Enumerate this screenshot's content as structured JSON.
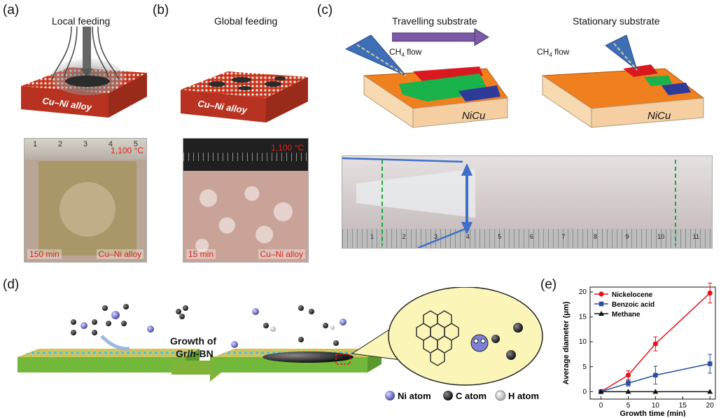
{
  "panels": {
    "a": {
      "label": "(a)",
      "title": "Local feeding",
      "slab_label": "Cu–Ni alloy",
      "photo_temp": "1,100 °C",
      "photo_time": "150 min",
      "photo_material": "Cu–Ni alloy",
      "ruler_numbers": [
        "1",
        "2",
        "3",
        "4",
        "5"
      ]
    },
    "b": {
      "label": "(b)",
      "title": "Global feeding",
      "slab_label": "Cu–Ni alloy",
      "photo_temp": "1,100 °C",
      "photo_time": "15 min",
      "photo_material": "Cu–Ni alloy"
    },
    "c": {
      "label": "(c)",
      "left_title": "Travelling substrate",
      "right_title": "Stationary substrate",
      "flow_left": "CH",
      "flow_sub": "4",
      "flow_suffix": " flow",
      "substrate_left": "NiCu",
      "substrate_right": "NiCu",
      "ruler_numbers": [
        "1",
        "2",
        "3",
        "4",
        "5",
        "6",
        "7",
        "8",
        "9",
        "10",
        "11"
      ]
    },
    "d": {
      "label": "(d)",
      "arrow_text_1": "Growth of",
      "arrow_text_2": "Gr/",
      "arrow_text_italic": "h",
      "arrow_text_3": "-BN",
      "legend": [
        "Ni atom",
        "C atom",
        "H atom"
      ]
    },
    "e": {
      "label": "(e)"
    }
  },
  "colors": {
    "nickelocene": "#e0151b",
    "benzoic": "#2a4fa0",
    "methane": "#111111",
    "substrate_orange": "#f07f1e",
    "slab_red": "#c8361e"
  },
  "chart_data": {
    "type": "line",
    "xlabel": "Growth time (min)",
    "ylabel": "Average diameter (μm)",
    "xlim": [
      -2,
      21
    ],
    "ylim": [
      -1.5,
      21
    ],
    "xticks": [
      "0",
      "5",
      "10",
      "15",
      "20"
    ],
    "yticks": [
      "0",
      "5",
      "10",
      "15",
      "20"
    ],
    "legend_position": "top-left",
    "series": [
      {
        "name": "Nickelocene",
        "color": "#e0151b",
        "marker": "circle",
        "x": [
          0,
          5,
          10,
          20
        ],
        "y": [
          0,
          3.3,
          9.6,
          19.8
        ],
        "err": [
          0,
          0.9,
          1.4,
          2.0
        ]
      },
      {
        "name": "Benzoic acid",
        "color": "#2a4fa0",
        "marker": "square",
        "x": [
          0,
          5,
          10,
          20
        ],
        "y": [
          0,
          1.7,
          3.3,
          5.6
        ],
        "err": [
          0,
          0.6,
          1.8,
          1.9
        ]
      },
      {
        "name": "Methane",
        "color": "#111111",
        "marker": "triangle",
        "x": [
          0,
          5,
          10,
          20
        ],
        "y": [
          0,
          0,
          0,
          0
        ],
        "err": [
          0,
          0,
          0,
          0
        ]
      }
    ]
  }
}
